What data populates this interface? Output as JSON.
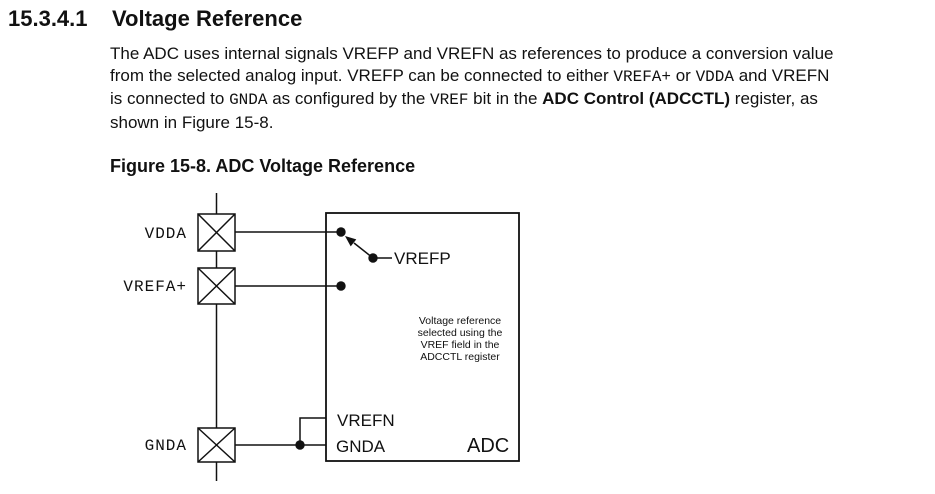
{
  "heading": {
    "number": "15.3.4.1",
    "title": "Voltage Reference"
  },
  "paragraph": {
    "line1": {
      "s1": "The ADC uses internal signals VREFP and VREFN as references to produce a conversion value"
    },
    "line2": {
      "s1": "from the selected analog input. VREFP can be connected to either ",
      "s2": "VREFA+",
      "s3": " or ",
      "s4": "VDDA",
      "s5": " and VREFN"
    },
    "line3": {
      "s1": "is connected to ",
      "s2": "GNDA",
      "s3": " as configured by the ",
      "s4": "VREF",
      "s5": " bit in the ",
      "s6": "ADC Control (ADCCTL)",
      "s7": " register, as"
    },
    "line4": {
      "s1": "shown in Figure 15-8."
    }
  },
  "figure": {
    "caption": "Figure 15-8. ADC Voltage Reference"
  },
  "diagram": {
    "pads": [
      {
        "label": "VDDA"
      },
      {
        "label": "VREFA+"
      },
      {
        "label": "GNDA"
      }
    ],
    "switch_label": "VREFP",
    "pins": {
      "vrefn": "VREFN",
      "gnda": "GNDA"
    },
    "block_label": "ADC",
    "note": {
      "line1": "Voltage reference",
      "line2": "selected using the",
      "line3": "VREF field in the",
      "line4": "ADCCTL register"
    },
    "line_color": "#111111"
  }
}
